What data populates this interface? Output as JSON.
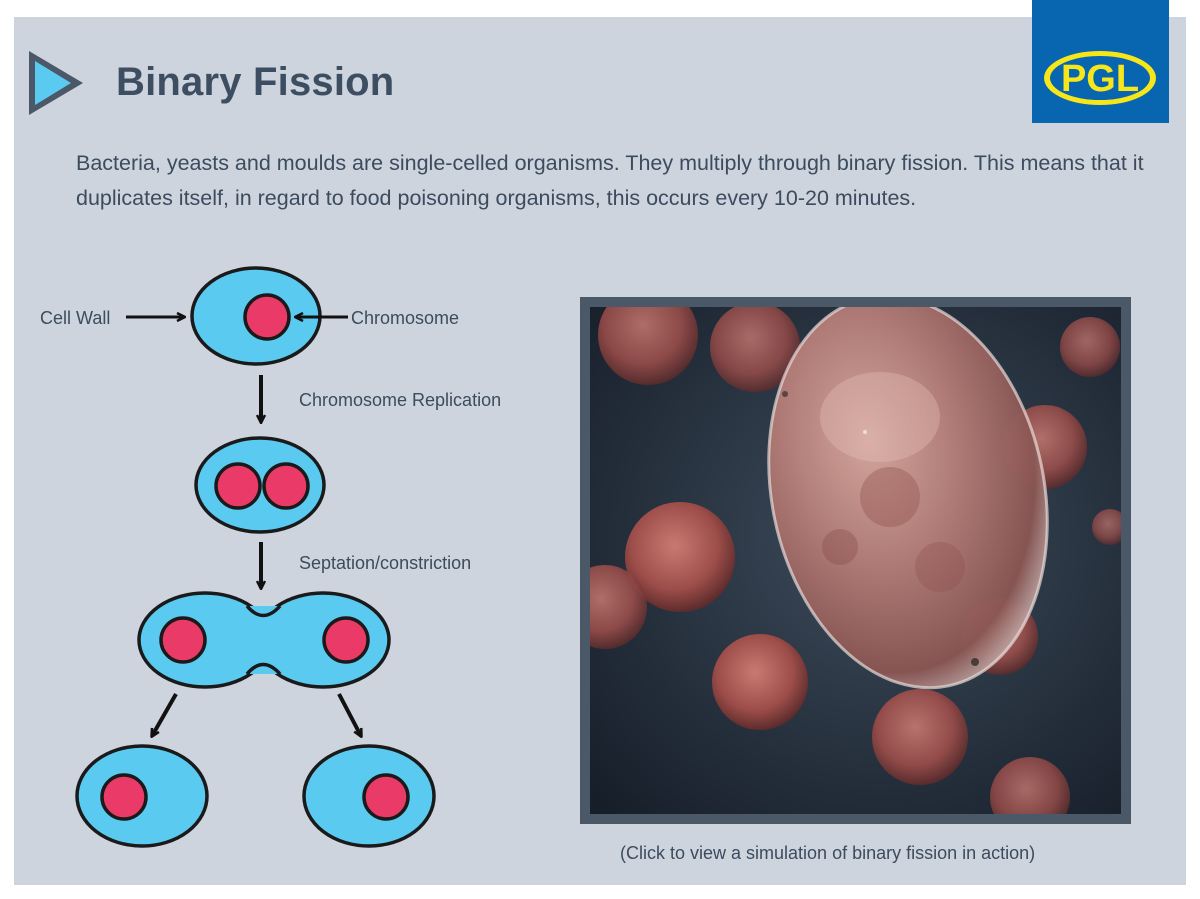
{
  "slide": {
    "title": "Binary Fission",
    "logo_text": "PGL",
    "intro": "Bacteria, yeasts and moulds are single-celled organisms. They multiply through binary fission. This means that it duplicates itself, in regard to food poisoning organisms, this occurs every 10-20 minutes."
  },
  "diagram": {
    "labels": {
      "cell_wall": "Cell Wall",
      "chromosome": "Chromosome",
      "replication": "Chromosome Replication",
      "septation": "Septation/constriction"
    }
  },
  "video": {
    "caption": "(Click to view a simulation of binary fission in action)"
  },
  "colors": {
    "slide_bg": "#cdd4dd",
    "title_text": "#3d4e62",
    "logo_bg": "#0866b0",
    "logo_yellow": "#f6e61a",
    "cell_fill": "#5bcaf1",
    "chromosome_fill": "#e93a68",
    "frame": "#4b5868"
  }
}
